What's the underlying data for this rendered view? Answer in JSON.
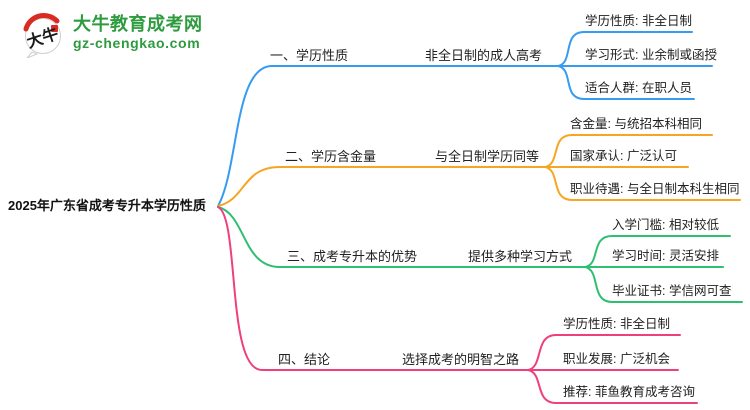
{
  "logo": {
    "icon_text": "大牛",
    "title": "大牛教育成考网",
    "url": "gz-chengkao.com",
    "brand_green": "#2e9b3f",
    "brand_red": "#d92b21"
  },
  "root": {
    "label": "2025年广东省成考专升本学历性质"
  },
  "branches": [
    {
      "color": "#379cf1",
      "level1": "一、学历性质",
      "level2": "非全日制的成人高考",
      "leaves": [
        "学历性质: 非全日制",
        "学习形式: 业余制或函授",
        "适合人群: 在职人员"
      ]
    },
    {
      "color": "#f6a623",
      "level1": "二、学历含金量",
      "level2": "与全日制学历同等",
      "leaves": [
        "含金量: 与统招本科相同",
        "国家承认: 广泛认可",
        "职业待遇: 与全日制本科生相同"
      ]
    },
    {
      "color": "#2fbf71",
      "level1": "三、成考专升本的优势",
      "level2": "提供多种学习方式",
      "leaves": [
        "入学门槛: 相对较低",
        "学习时间: 灵活安排",
        "毕业证书: 学信网可查"
      ]
    },
    {
      "color": "#ef3f7e",
      "level1": "四、结论",
      "level2": "选择成考的明智之路",
      "leaves": [
        "学历性质: 非全日制",
        "职业发展: 广泛机会",
        "推荐: 菲鱼教育成考咨询"
      ]
    }
  ]
}
